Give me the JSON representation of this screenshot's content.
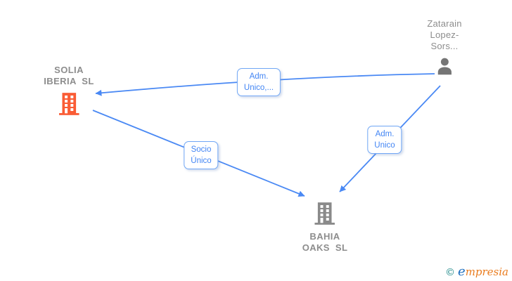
{
  "diagram": {
    "nodes": {
      "zatarain": {
        "type": "person",
        "line1": "Zatarain",
        "line2": "Lopez-",
        "line3": "Sors..."
      },
      "solia": {
        "type": "company",
        "line1": "SOLIA",
        "line2": "IBERIA  SL"
      },
      "bahia": {
        "type": "company",
        "line1": "BAHIA",
        "line2": "OAKS  SL"
      }
    },
    "edges": {
      "zatarain_to_solia": {
        "line1": "Adm.",
        "line2": "Unico,..."
      },
      "solia_to_bahia": {
        "line1": "Socio",
        "line2": "Único"
      },
      "zatarain_to_bahia": {
        "line1": "Adm.",
        "line2": "Unico"
      }
    },
    "colors": {
      "arrow_blue": "#4a89f4",
      "edge_label_text": "#4285f4",
      "edge_label_border": "#71a7f5",
      "company_highlight_orange": "#fa5c35",
      "company_gray": "#8a8a8a",
      "person_gray": "#757575",
      "node_label_gray": "#8d8d8d"
    }
  },
  "footer": {
    "copyright_symbol": "©",
    "brand_initial": "e",
    "brand_rest": "mpresia"
  }
}
